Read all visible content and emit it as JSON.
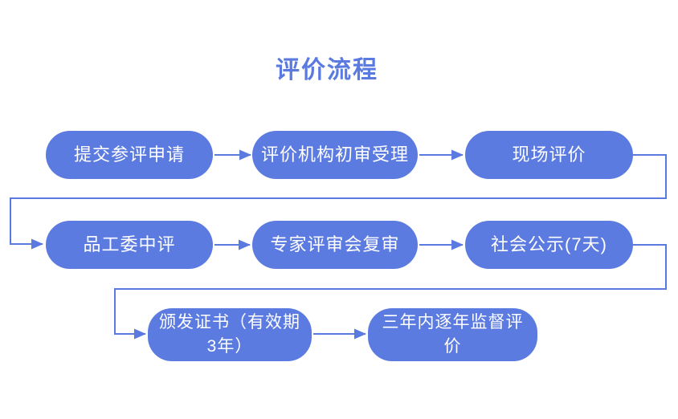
{
  "title": {
    "text": "评价流程"
  },
  "colors": {
    "primary": "#5B7AE0",
    "node_fill": "#5C7BE1",
    "node_text": "#FFFFFF",
    "background": "#FFFFFF"
  },
  "nodes": [
    {
      "id": "submit-application",
      "label": "提交参评申请"
    },
    {
      "id": "agency-initial-review",
      "label": "评价机构初审受理"
    },
    {
      "id": "onsite-evaluation",
      "label": "现场评价"
    },
    {
      "id": "committee-mid-review",
      "label": "品工委中评"
    },
    {
      "id": "expert-panel-review",
      "label": "专家评审会复审"
    },
    {
      "id": "public-notice",
      "label": "社会公示(7天)"
    },
    {
      "id": "issue-certificate",
      "label": "颁发证书（有效期3年）"
    },
    {
      "id": "annual-supervision",
      "label": "三年内逐年监督评价"
    }
  ],
  "connections": [
    {
      "from": "提交参评申请",
      "to": "评价机构初审受理"
    },
    {
      "from": "评价机构初审受理",
      "to": "现场评价"
    },
    {
      "from": "现场评价",
      "to": "品工委中评"
    },
    {
      "from": "品工委中评",
      "to": "专家评审会复审"
    },
    {
      "from": "专家评审会复审",
      "to": "社会公示(7天)"
    },
    {
      "from": "社会公示(7天)",
      "to": "颁发证书（有效期3年）"
    },
    {
      "from": "颁发证书（有效期3年）",
      "to": "三年内逐年监督评价"
    }
  ]
}
